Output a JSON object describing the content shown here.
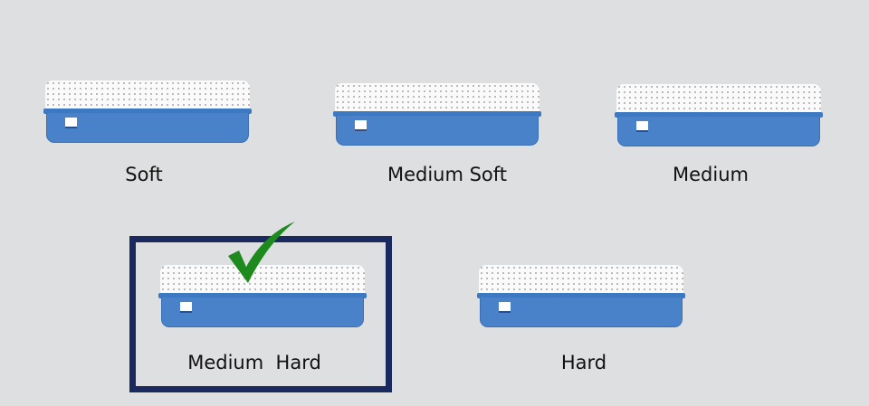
{
  "levels": [
    {
      "label": "Soft",
      "selected": false
    },
    {
      "label": "Medium Soft",
      "selected": false
    },
    {
      "label": "Medium",
      "selected": false
    },
    {
      "label": "Medium  Hard",
      "selected": true
    },
    {
      "label": "Hard",
      "selected": false
    }
  ],
  "colors": {
    "background": "#dedfe1",
    "mattress_blue": "#4a82c9",
    "selection_border": "#1b2a5e",
    "check": "#1e8a1e"
  },
  "icons": {
    "selected": "checkmark-icon"
  }
}
